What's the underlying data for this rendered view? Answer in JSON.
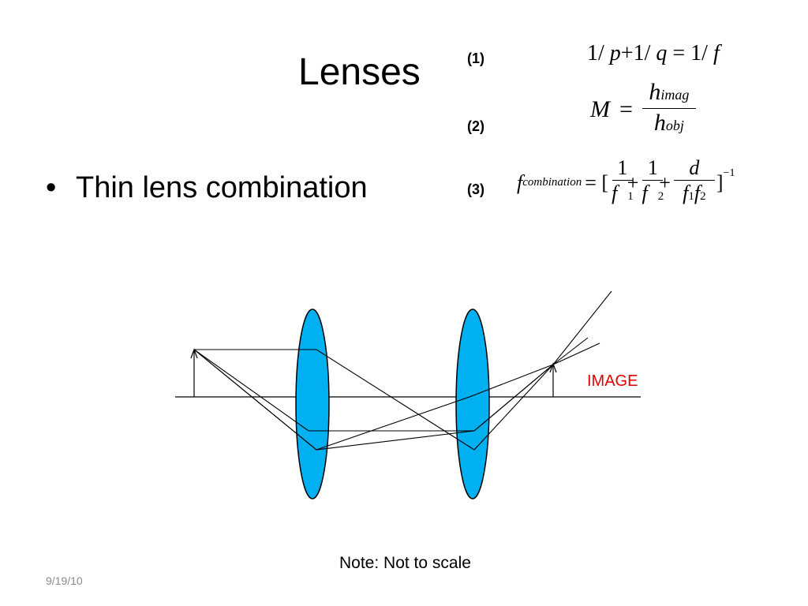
{
  "slide": {
    "title": "Lenses",
    "bullet_symbol": "•",
    "bullet_text": "Thin lens combination",
    "note": "Note: Not to scale",
    "date": "9/19/10"
  },
  "equations": {
    "eq1": {
      "number": "(1)",
      "one_a": "1/",
      "p": "p",
      "plus": "+",
      "one_b": "1/",
      "q": "q",
      "eq": "=",
      "one_c": "1/",
      "f": "f"
    },
    "eq2": {
      "number": "(2)",
      "M": "M",
      "eq": "=",
      "h_num": "h",
      "sub_num": "imag",
      "h_den": "h",
      "sub_den": "obj"
    },
    "eq3": {
      "number": "(3)",
      "f": "f",
      "sub": "combination",
      "eq": "= [",
      "one_a": "1",
      "f1": "f",
      "sub1": "1",
      "plus_a": "+",
      "one_b": "1",
      "f2": "f",
      "sub2": "2",
      "plus_b": "+",
      "d": "d",
      "prod_f1": "f",
      "prod_s1": "1",
      "prod_f2": "f",
      "prod_s2": "2",
      "close": "]",
      "exp": "−1"
    }
  },
  "diagram": {
    "image_label": "IMAGE",
    "lens_color": "#00b0f0",
    "label_color": "#e30000"
  }
}
